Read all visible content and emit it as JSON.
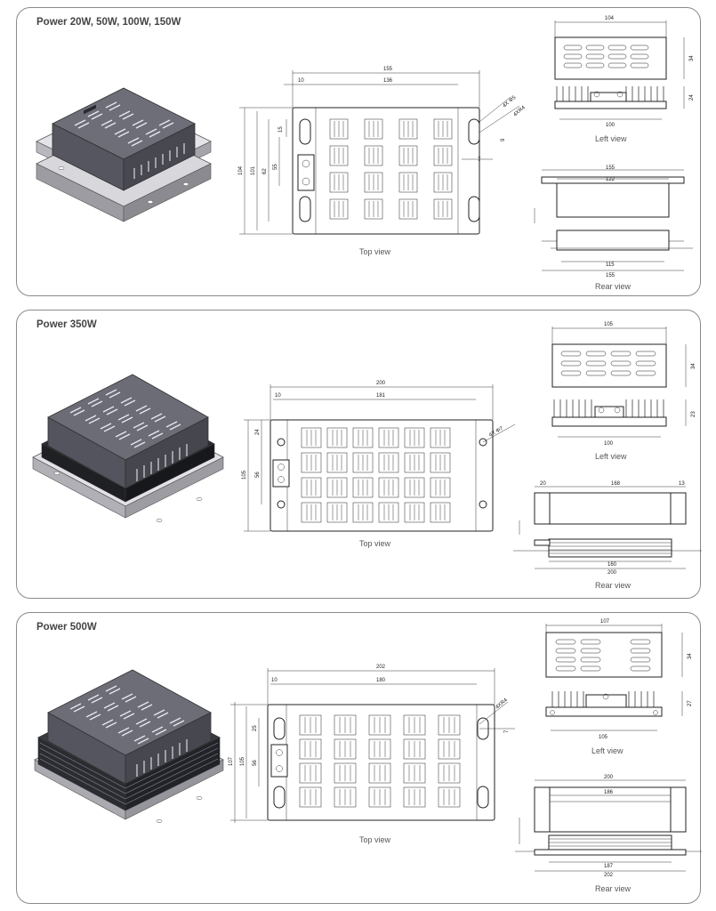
{
  "panels": [
    {
      "title": "Power 20W, 50W, 100W, 150W",
      "top_view": {
        "caption": "Top view",
        "dims": [
          "155",
          "136",
          "10",
          "15",
          "55",
          "62",
          "101",
          "104",
          "4X Φ5",
          "4XR4",
          "9",
          "7"
        ]
      },
      "left_view": {
        "caption": "Left view",
        "dims": [
          "104",
          "34",
          "24",
          "100"
        ]
      },
      "rear_view": {
        "caption": "Rear view",
        "dims": [
          "155",
          "122",
          "115",
          "155"
        ]
      }
    },
    {
      "title": "Power 350W",
      "top_view": {
        "caption": "Top view",
        "dims": [
          "200",
          "181",
          "10",
          "24",
          "56",
          "105",
          "4X Φ7"
        ]
      },
      "left_view": {
        "caption": "Left view",
        "dims": [
          "105",
          "34",
          "23",
          "100"
        ]
      },
      "rear_view": {
        "caption": "Rear view",
        "dims": [
          "20",
          "168",
          "13",
          "160",
          "200"
        ]
      }
    },
    {
      "title": "Power 500W",
      "top_view": {
        "caption": "Top view",
        "dims": [
          "202",
          "180",
          "10",
          "25",
          "56",
          "105",
          "107",
          "4XR4",
          "7"
        ]
      },
      "left_view": {
        "caption": "Left view",
        "dims": [
          "107",
          "34",
          "27",
          "105"
        ]
      },
      "rear_view": {
        "caption": "Rear view",
        "dims": [
          "200",
          "186",
          "187",
          "202"
        ]
      }
    }
  ]
}
